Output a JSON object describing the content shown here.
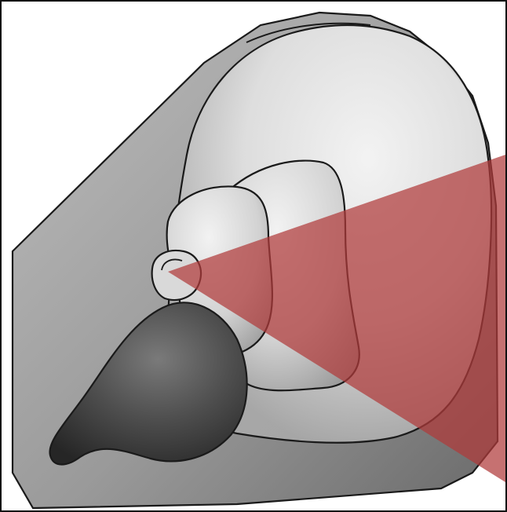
{
  "scene": {
    "colors": {
      "background": "#ffffff",
      "outline": "#1a1a1a",
      "wedge": "#b03a3a",
      "block_light": "#b8b8b8",
      "block_dark": "#6e6e6e",
      "bulb": "#dcdcdc",
      "dark_body": "#3c3c3c"
    },
    "parts": [
      "background-block",
      "outer-dome",
      "rear-lobe",
      "upper-lobe",
      "small-ring",
      "dark-tapered-body",
      "red-wedge"
    ]
  }
}
